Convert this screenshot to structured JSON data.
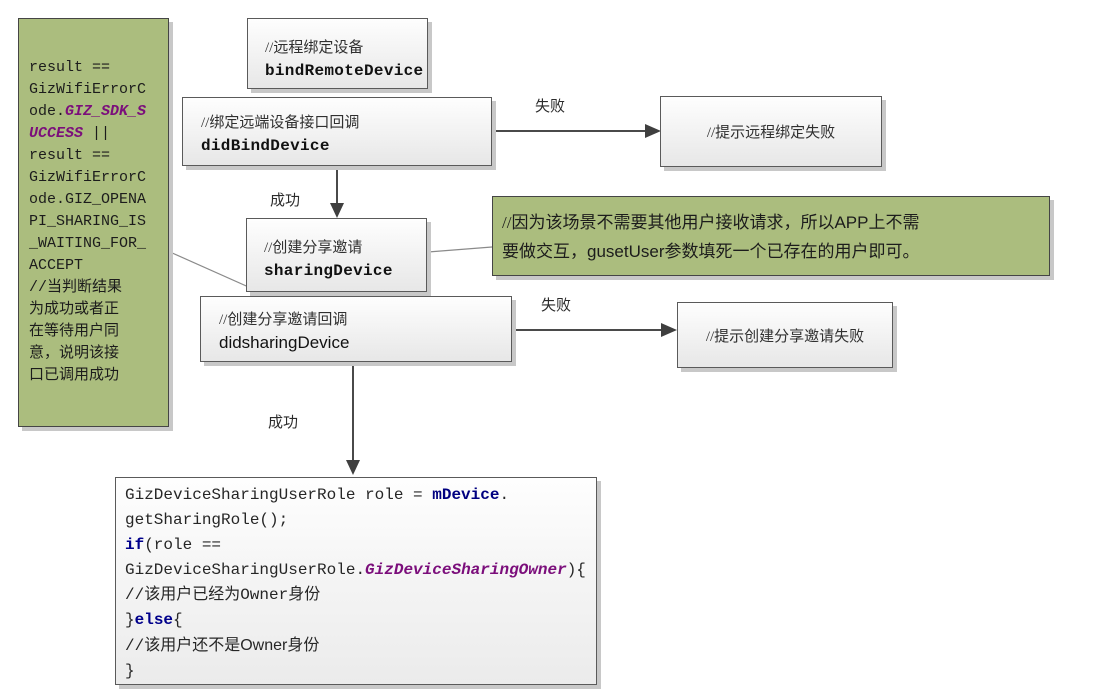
{
  "colors": {
    "green_fill": "#abbd7e",
    "green_border": "#454545",
    "box_border": "#5a5a5a",
    "arrow": "#4a4a4a",
    "keyword_blue": "#00008b",
    "member_navy": "#000080",
    "special_purple": "#7b0e7b"
  },
  "nodes": {
    "annotation_left": {
      "segments": [
        {
          "t": "result ==\nGizWifiErrorC\node.",
          "s": "code"
        },
        {
          "t": "GIZ_SDK_S\nUCCESS",
          "s": "special"
        },
        {
          "t": " ||\nresult ==\nGizWifiErrorC\node.GIZ_OPENA\nPI_SHARING_IS\n_WAITING_FOR_\nACCEPT\n//当判断结果\n为成功或者正\n在等待用户同\n意，说明该接\n口已调用成功",
          "s": "code"
        }
      ]
    },
    "bind_remote": {
      "comment": "//远程绑定设备",
      "method": "bindRemoteDevice"
    },
    "did_bind": {
      "comment": "//绑定远端设备接口回调",
      "method": "didBindDevice"
    },
    "fail_remote": {
      "label": "//提示远程绑定失败"
    },
    "sharing": {
      "comment": "//创建分享邀请",
      "method": "sharingDevice"
    },
    "annotation_right": {
      "segments": [
        {
          "t": "//因为该场景不需要其他用户接收请求，所以",
          "s": "cjk"
        },
        {
          "t": "APP",
          "s": "sans"
        },
        {
          "t": "上不需\n要做交互，",
          "s": "cjk"
        },
        {
          "t": "gusetUser",
          "s": "sans"
        },
        {
          "t": "参数填死一个已存在的用户即可。",
          "s": "cjk"
        }
      ]
    },
    "did_sharing": {
      "comment": "//创建分享邀请回调",
      "method": "didsharingDevice"
    },
    "fail_sharing": {
      "label": "//提示创建分享邀请失败"
    },
    "code_block": {
      "segments": [
        {
          "t": "GizDeviceSharingUserRole role = ",
          "s": "code"
        },
        {
          "t": "mDevice",
          "s": "member"
        },
        {
          "t": ".\ngetSharingRole();\n",
          "s": "code"
        },
        {
          "t": "if",
          "s": "keyword"
        },
        {
          "t": "(role ==\nGizDeviceSharingUserRole.",
          "s": "code"
        },
        {
          "t": "GizDeviceSharingOwner",
          "s": "special"
        },
        {
          "t": "){\n//该用户已经为Owner身份\n}",
          "s": "code"
        },
        {
          "t": "else",
          "s": "keyword"
        },
        {
          "t": "{\n//该用户还不是",
          "s": "code"
        },
        {
          "t": "Owner",
          "s": "sans"
        },
        {
          "t": "身份\n}",
          "s": "code"
        }
      ]
    }
  },
  "edges": {
    "bind_fail_label": "失败",
    "bind_success_label": "成功",
    "sharing_fail_label": "失败",
    "sharing_success_label": "成功"
  }
}
